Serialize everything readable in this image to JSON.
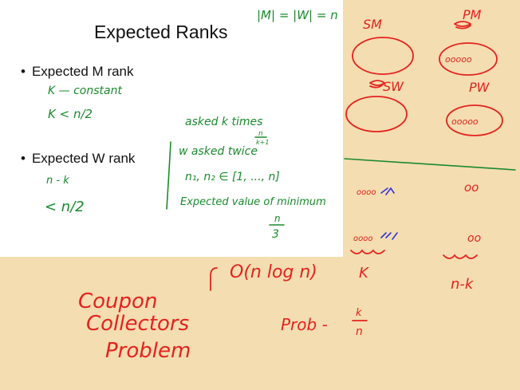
{
  "slide": {
    "title": "Expected Ranks",
    "bullets": [
      {
        "bullet": "•",
        "label": "Expected M rank"
      },
      {
        "bullet": "•",
        "label": "Expected W rank"
      }
    ]
  },
  "annotations": {
    "header_formula": "|M| = |W| = n",
    "m_rank_notes": [
      "K — constant",
      "K < n/2"
    ],
    "asked_k_times": "asked k times",
    "asked_k_fraction_num": "n",
    "asked_k_fraction_den": "k+1",
    "w_asked_twice": "w asked twice",
    "n1_n2_range": "n₁, n₂ ∈ [1, ..., n]",
    "expected_min": "Expected value of minimum",
    "expected_min_frac_num": "n",
    "expected_min_frac_den": "3",
    "w_rank_notes": [
      "n - k",
      "< n/2"
    ],
    "sm_label": "SM",
    "pm_label": "PM",
    "sw_label": "SW",
    "pw_label": "PW",
    "pm_dots": "ooooo",
    "pw_dots": "ooooo",
    "row1_dots": "oooo",
    "row1_marks": "oo",
    "row2_dots": "oooo",
    "row2_marks": "oo",
    "k_label": "K",
    "nk_label": "n-k",
    "big_o": "O(n log n)",
    "coupon": [
      "Coupon",
      "Collectors",
      "Problem"
    ],
    "prob_label": "Prob -",
    "prob_num": "k",
    "prob_den": "n"
  },
  "colors": {
    "background": "#f4ddb0",
    "slide": "#ffffff",
    "green_ink": "#1b8a2e",
    "red_ink": "#e3231f",
    "blue_ink": "#3333dd"
  }
}
